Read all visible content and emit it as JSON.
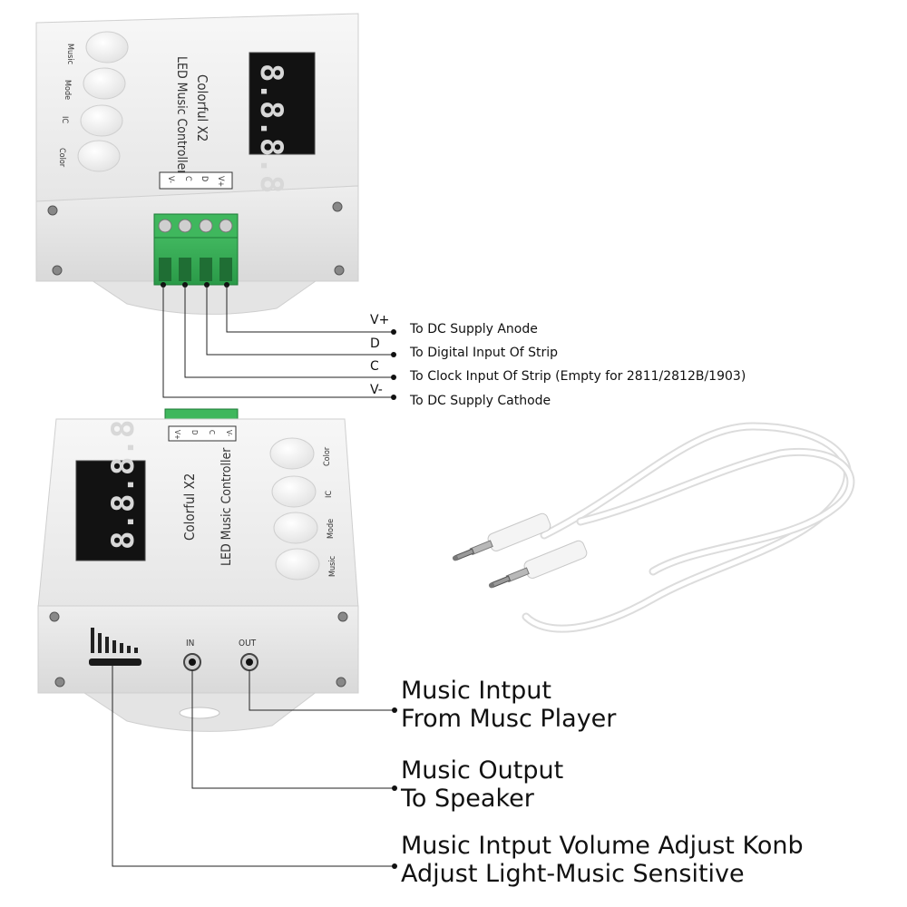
{
  "device": {
    "brand": "Colorful X2",
    "model": "LED Music Controller",
    "display_digits": "8.8.8.8",
    "buttons": [
      "Music",
      "Mode",
      "IC",
      "Color"
    ],
    "terminals": [
      "V+",
      "D",
      "C",
      "V-"
    ],
    "jacks": {
      "in": "IN",
      "out": "OUT"
    }
  },
  "wiring": [
    {
      "pin": "V+",
      "desc": "To DC Supply Anode"
    },
    {
      "pin": "D",
      "desc": "To Digital Input Of Strip"
    },
    {
      "pin": "C",
      "desc": "To Clock Input Of Strip (Empty for 2811/2812B/1903)"
    },
    {
      "pin": "V-",
      "desc": "To DC Supply Cathode"
    }
  ],
  "callouts": [
    {
      "line1": "Music Intput",
      "line2": "From Musc Player"
    },
    {
      "line1": "Music Output",
      "line2": "To Speaker"
    },
    {
      "line1": "Music Intput Volume Adjust Konb",
      "line2": "Adjust Light-Music Sensitive"
    }
  ]
}
